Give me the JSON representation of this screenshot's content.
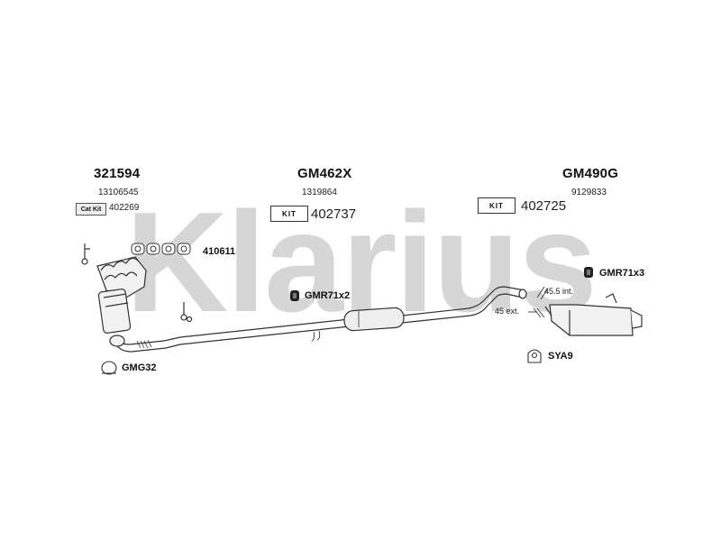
{
  "watermark": {
    "text": "Klarius",
    "color": "#d6d6d6"
  },
  "sections": {
    "left": {
      "part_number": "321594",
      "oem_number": "13106545",
      "kit_label": "Cat Kit",
      "kit_number": "402269"
    },
    "center": {
      "part_number": "GM462X",
      "oem_number": "1319864",
      "kit_label": "KIT",
      "kit_number": "402737"
    },
    "right": {
      "part_number": "GM490G",
      "oem_number": "9129833",
      "kit_label": "KIT",
      "kit_number": "402725"
    }
  },
  "components": {
    "gasket": "410611",
    "clamp_left": "GMG32",
    "mount_center": "GMR71x2",
    "mount_right": "GMR71x3",
    "bracket": "SYA9"
  },
  "dimensions": {
    "internal": "45.5 int.",
    "external": "45 ext."
  }
}
